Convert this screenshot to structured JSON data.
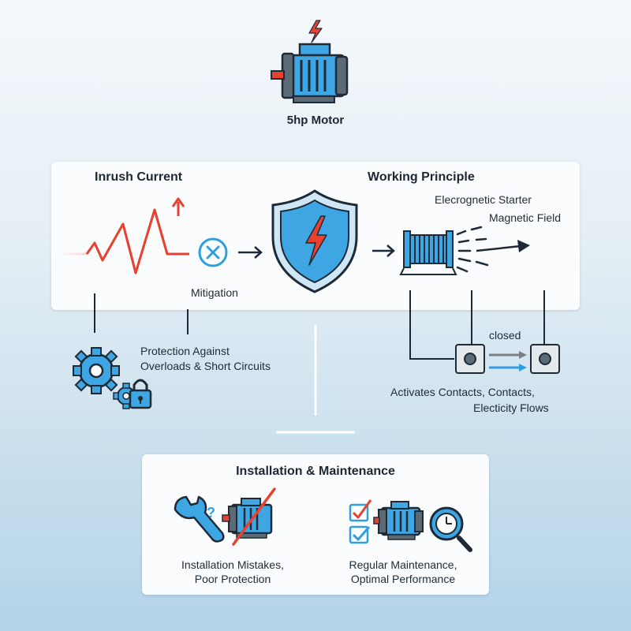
{
  "motor": {
    "title": "5hp Motor"
  },
  "left": {
    "title": "Inrush Current",
    "mitigation": "Mitigation",
    "protection_line1": "Protection Against",
    "protection_line2": "Overloads & Short Circuits"
  },
  "right": {
    "title": "Working Principle",
    "starter": "Elecrognetic Starter",
    "field": "Magnetic Field",
    "closed": "closed",
    "contacts_line1": "Activates Contacts, Contacts,",
    "contacts_line2": "Electicity Flows"
  },
  "install": {
    "title": "Installation & Maintenance",
    "mistakes_line1": "Installation Mistakes,",
    "mistakes_line2": "Poor Protection",
    "maint_line1": "Regular Maintenance,",
    "maint_line2": "Optimal Performance"
  },
  "colors": {
    "red": "#e8412f",
    "blue": "#2f9fe0",
    "dark": "#1e2a36",
    "gray": "#6d7378"
  }
}
